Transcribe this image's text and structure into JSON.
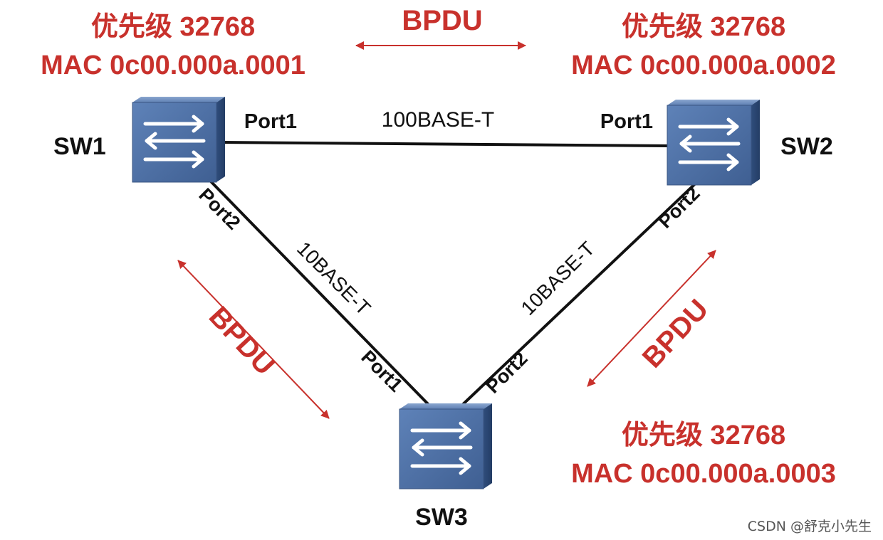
{
  "switches": [
    {
      "name": "SW1",
      "priority_label": "优先级 32768",
      "mac_label": "MAC 0c00.000a.0001"
    },
    {
      "name": "SW2",
      "priority_label": "优先级 32768",
      "mac_label": "MAC 0c00.000a.0002"
    },
    {
      "name": "SW3",
      "priority_label": "优先级 32768",
      "mac_label": "MAC 0c00.000a.0003"
    }
  ],
  "links": [
    {
      "label": "100BASE-T",
      "port_a": "Port1",
      "port_b": "Port1"
    },
    {
      "label": "10BASE-T",
      "port_a": "Port2",
      "port_b": "Port1"
    },
    {
      "label": "10BASE-T",
      "port_a": "Port2",
      "port_b": "Port2"
    }
  ],
  "bpdu_labels": [
    "BPDU",
    "BPDU",
    "BPDU"
  ],
  "watermark": "CSDN @舒克小先生",
  "colors": {
    "accent_red": "#c8312c",
    "switch_blue": "#4a6fa5",
    "line": "#111111"
  },
  "icons": {
    "switch": "network-switch-icon"
  }
}
